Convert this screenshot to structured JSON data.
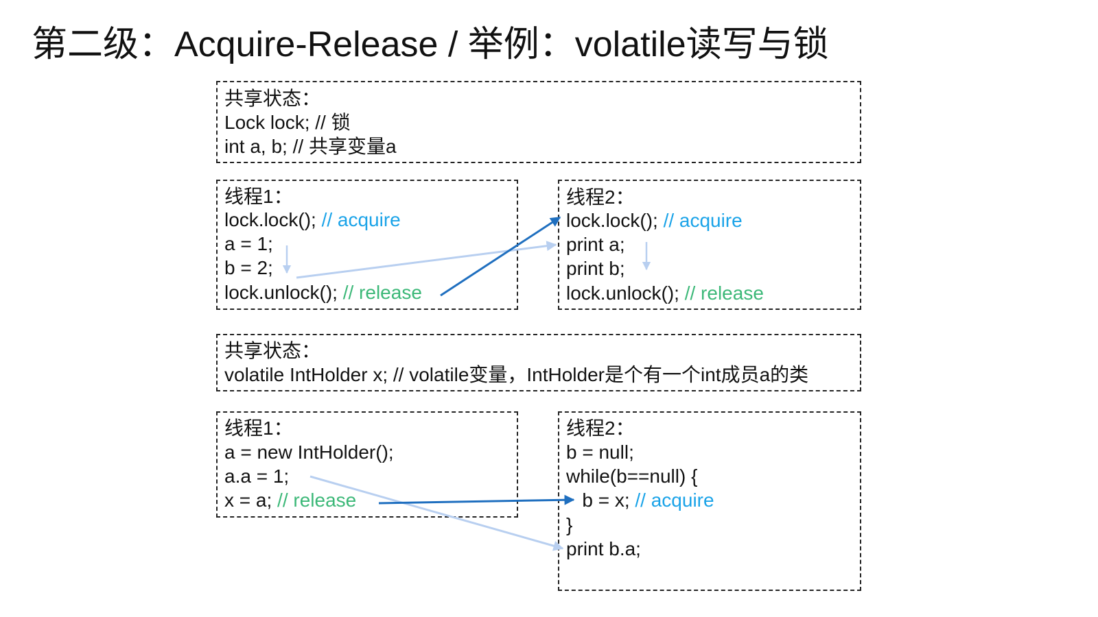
{
  "title": "第二级：Acquire-Release / 举例：volatile读写与锁",
  "colors": {
    "acquire": "#1aa3e8",
    "release": "#3cb878",
    "arrow_dark": "#1f6fbf",
    "arrow_light": "#b8cff0"
  },
  "example1": {
    "shared": {
      "header": "共享状态：",
      "lock_decl": "Lock lock; // 锁",
      "var_decl": "int a, b; // 共享变量a"
    },
    "thread1": {
      "header": "线程1：",
      "lock_code": "lock.lock(); ",
      "lock_comment": "// acquire",
      "line_a": "a = 1;",
      "line_b": "b = 2;",
      "unlock_code": "lock.unlock(); ",
      "unlock_comment": "// release"
    },
    "thread2": {
      "header": "线程2：",
      "lock_code": "lock.lock(); ",
      "lock_comment": "// acquire",
      "print_a": "print a;",
      "print_b": "print b;",
      "unlock_code": "lock.unlock(); ",
      "unlock_comment": "// release"
    }
  },
  "example2": {
    "shared": {
      "header": "共享状态：",
      "var_decl": "volatile IntHolder x; // volatile变量，IntHolder是个有一个int成员a的类"
    },
    "thread1": {
      "header": "线程1：",
      "line_new": "a = new IntHolder();",
      "line_assign": "a.a = 1;",
      "publish_code": "x = a; ",
      "publish_comment": "// release"
    },
    "thread2": {
      "header": "线程2：",
      "line_null": "b = null;",
      "line_while": "while(b==null) {",
      "read_code": "   b = x; ",
      "read_comment": "// acquire",
      "line_close": "}",
      "line_print": "print b.a;"
    }
  }
}
